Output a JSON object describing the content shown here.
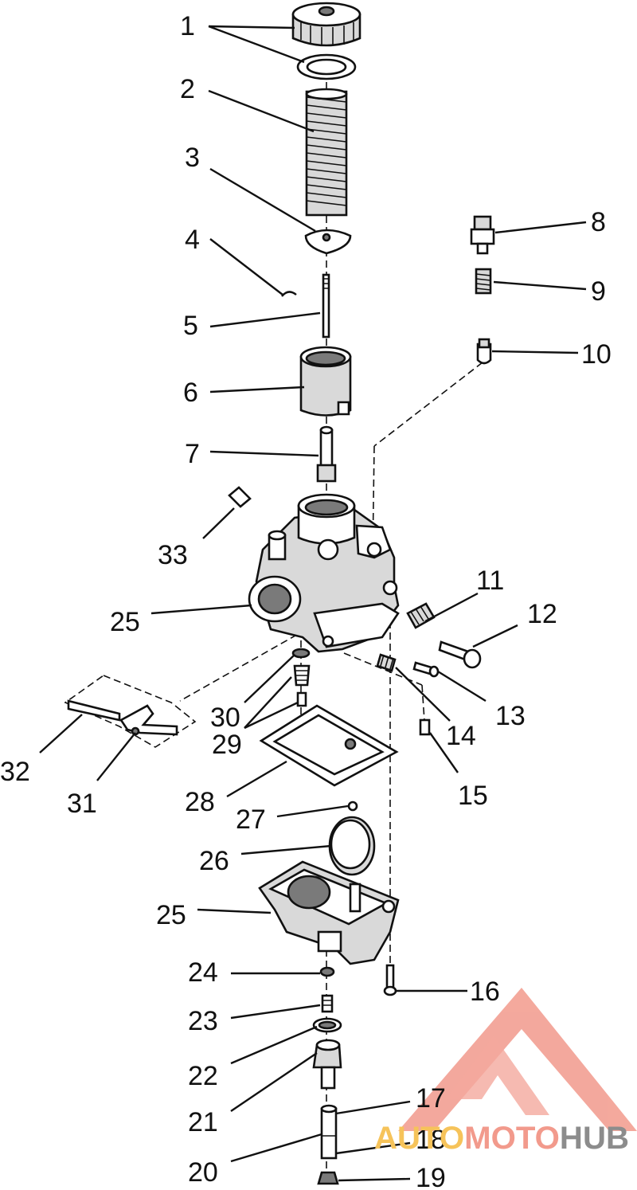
{
  "callouts": [
    {
      "id": "1",
      "text": "1"
    },
    {
      "id": "2",
      "text": "2"
    },
    {
      "id": "3",
      "text": "3"
    },
    {
      "id": "4",
      "text": "4"
    },
    {
      "id": "5",
      "text": "5"
    },
    {
      "id": "6",
      "text": "6"
    },
    {
      "id": "7",
      "text": "7"
    },
    {
      "id": "8",
      "text": "8"
    },
    {
      "id": "9",
      "text": "9"
    },
    {
      "id": "10",
      "text": "10"
    },
    {
      "id": "11",
      "text": "11"
    },
    {
      "id": "12",
      "text": "12"
    },
    {
      "id": "13",
      "text": "13"
    },
    {
      "id": "14",
      "text": "14"
    },
    {
      "id": "15",
      "text": "15"
    },
    {
      "id": "16",
      "text": "16"
    },
    {
      "id": "17",
      "text": "17"
    },
    {
      "id": "18",
      "text": "18"
    },
    {
      "id": "19",
      "text": "19"
    },
    {
      "id": "20",
      "text": "20"
    },
    {
      "id": "21",
      "text": "21"
    },
    {
      "id": "22",
      "text": "22"
    },
    {
      "id": "23",
      "text": "23"
    },
    {
      "id": "24",
      "text": "24"
    },
    {
      "id": "25a",
      "text": "25"
    },
    {
      "id": "25b",
      "text": "25"
    },
    {
      "id": "26",
      "text": "26"
    },
    {
      "id": "27",
      "text": "27"
    },
    {
      "id": "28",
      "text": "28"
    },
    {
      "id": "29",
      "text": "29"
    },
    {
      "id": "30",
      "text": "30"
    },
    {
      "id": "31",
      "text": "31"
    },
    {
      "id": "32",
      "text": "32"
    },
    {
      "id": "33",
      "text": "33"
    }
  ],
  "watermark": {
    "part1": "AUTO",
    "part2": "MOTO",
    "part3": "HUB",
    "colors": {
      "auto": "#f6c35a",
      "moto": "#f29a8c",
      "hub": "#8c8c8c",
      "logo": "#f29a8c"
    }
  }
}
